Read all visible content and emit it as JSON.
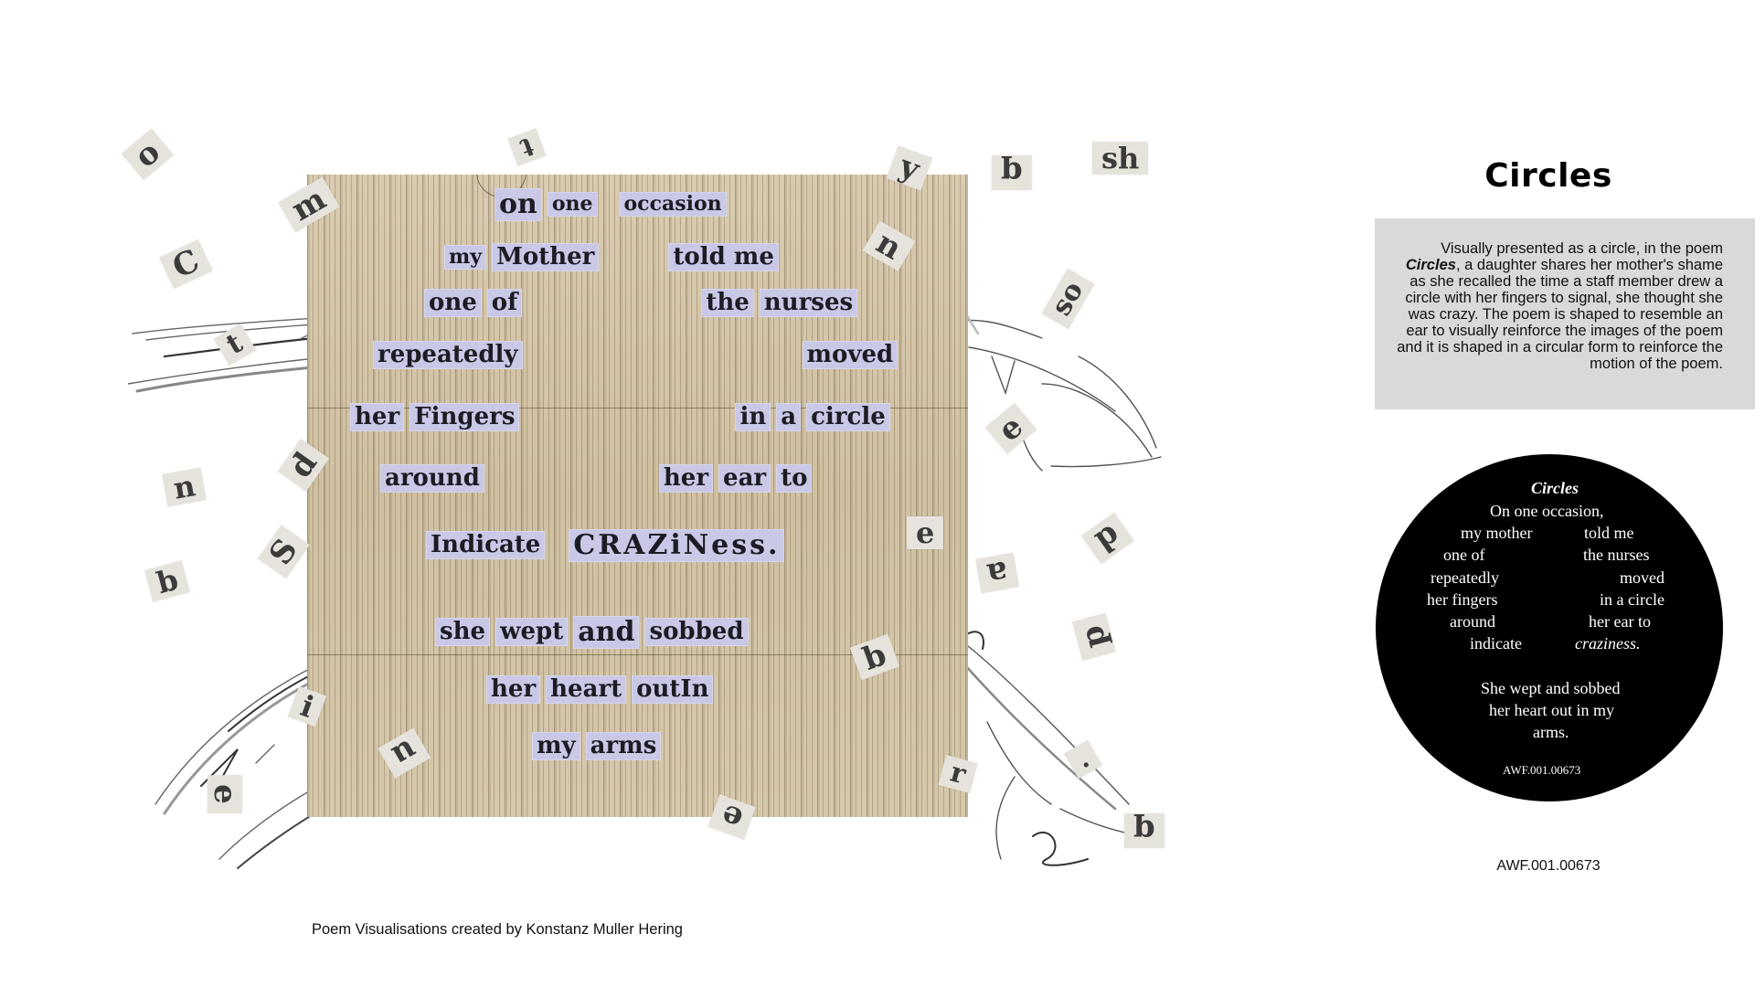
{
  "panel": {
    "title": "Circles",
    "description_parts": {
      "lead": "Visually presented as a circle, in the poem",
      "poem_name": "Circles",
      "rest": ", a daughter shares her mother's shame as she recalled the time a staff member drew a circle with her fingers to signal, she thought she was crazy. The poem is shaped to resemble an ear to visually reinforce the images of the poem and it is shaped in a circular form to reinforce the motion of the poem."
    },
    "circle_poem": {
      "title": "Circles",
      "lines": [
        {
          "left": "On one occasion,",
          "right": ""
        },
        {
          "left": "my mother",
          "right": "told me"
        },
        {
          "left": "one of",
          "right": "the nurses"
        },
        {
          "left": "repeatedly",
          "right": "moved"
        },
        {
          "left": "her fingers",
          "right": "in a circle"
        },
        {
          "left": "around",
          "right": "her ear to"
        },
        {
          "left": "indicate",
          "right": "craziness."
        }
      ],
      "stanza2": [
        "She wept and sobbed",
        "her heart out in my",
        "arms."
      ],
      "archive_id": "AWF.001.00673"
    },
    "caption_id": "AWF.001.00673"
  },
  "artwork": {
    "collage_lines": [
      [
        "on",
        "one",
        "occasion"
      ],
      [
        "my",
        "Mother",
        "told me"
      ],
      [
        "one",
        "of",
        "the",
        "nurses"
      ],
      [
        "repeatedly",
        "moved"
      ],
      [
        "her",
        "Fingers",
        "in",
        "a",
        "circle"
      ],
      [
        "around",
        "her",
        "ear",
        "to"
      ],
      [
        "Indicate",
        "CRAZiNess."
      ],
      [
        "she",
        "wept",
        "and",
        "sobbed"
      ],
      [
        "her",
        "heart",
        "outIn"
      ],
      [
        "my",
        "arms"
      ]
    ],
    "scattered_letters": [
      "o",
      "m",
      "t",
      "C",
      "t",
      "n",
      "d",
      "b",
      "S",
      "i",
      "e",
      "u",
      "e",
      "y",
      "q",
      "sh",
      "n",
      "so",
      "e",
      "e",
      "a",
      "d",
      "b",
      "p",
      "r",
      ".",
      "q"
    ],
    "colors": {
      "paper": "#d4c6aa",
      "word_strip": "#c9c8e6",
      "letter_chip": "#e6e3dc",
      "sketch": "#555555"
    }
  },
  "credit": "Poem Visualisations created by Konstanz Muller Hering"
}
